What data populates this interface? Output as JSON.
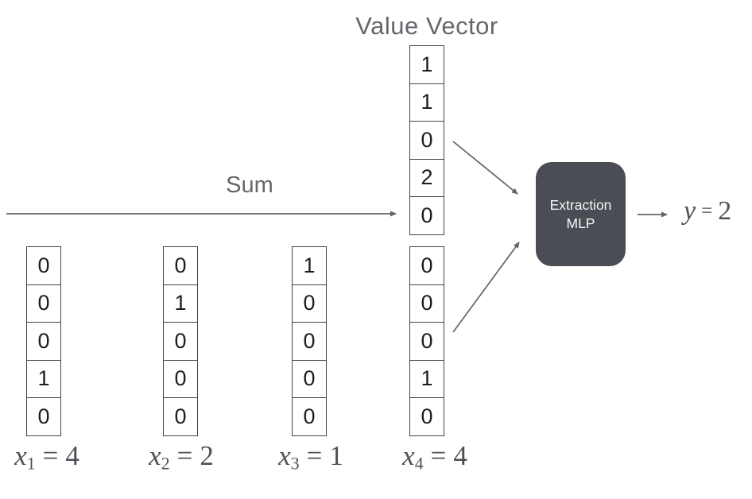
{
  "title": "Value Vector",
  "sum_label": "Sum",
  "value_vector": {
    "values": [
      "1",
      "1",
      "0",
      "2",
      "0"
    ]
  },
  "inputs": [
    {
      "var": "x",
      "sub": "1",
      "eq": "=",
      "value": "4",
      "vector": [
        "0",
        "0",
        "0",
        "1",
        "0"
      ]
    },
    {
      "var": "x",
      "sub": "2",
      "eq": "=",
      "value": "2",
      "vector": [
        "0",
        "1",
        "0",
        "0",
        "0"
      ]
    },
    {
      "var": "x",
      "sub": "3",
      "eq": "=",
      "value": "1",
      "vector": [
        "1",
        "0",
        "0",
        "0",
        "0"
      ]
    },
    {
      "var": "x",
      "sub": "4",
      "eq": "=",
      "value": "4",
      "vector": [
        "0",
        "0",
        "0",
        "1",
        "0"
      ]
    }
  ],
  "mlp": {
    "line1": "Extraction",
    "line2": "MLP"
  },
  "output": {
    "var": "y",
    "eq": "=",
    "value": "2"
  },
  "colors": {
    "background": "#ffffff",
    "mlp_box": "#4a4e54",
    "mlp_text": "#f4f5f6",
    "arrow": "#606468",
    "title_text": "#64676b",
    "cell_border": "#3f4347",
    "digit_text": "#1c1d1f",
    "label_text": "#4d5156"
  }
}
